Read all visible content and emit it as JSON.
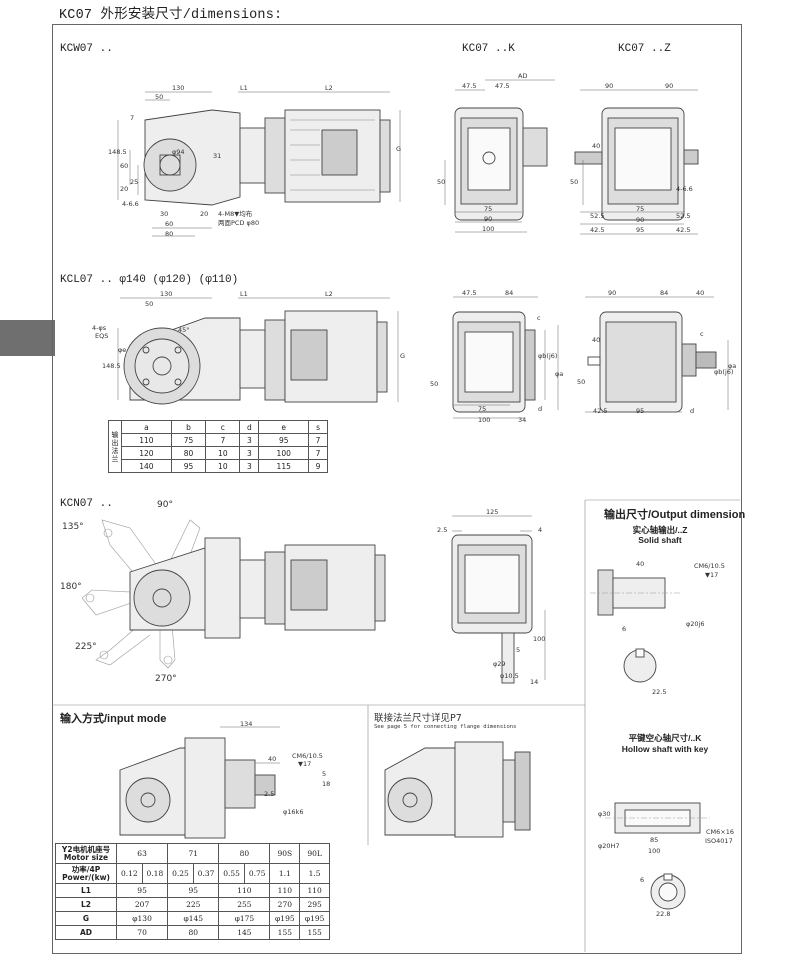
{
  "title": "KC07 外形安装尺寸/dimensions:",
  "views": {
    "kcw": "KCW07 ..",
    "kck": "KC07 ..K",
    "kcz": "KC07 ..Z",
    "kcl": "KCL07 .. φ140 (φ120) (φ110)",
    "kcn": "KCN07 .."
  },
  "kcw_dims": {
    "d130": "130",
    "d50": "50",
    "L1": "L1",
    "L2": "L2",
    "d7": "7",
    "d1485": "148.5",
    "phi94": "φ94",
    "d60": "60",
    "d20": "20",
    "d25": "25",
    "d31": "31",
    "G": "G",
    "d466": "4-6.6",
    "d30": "30",
    "d20b": "20",
    "d60b": "60",
    "d80": "80",
    "note1": "4-M8▼均布",
    "note2": "两面PCD φ80"
  },
  "kck_dims": {
    "AD": "AD",
    "d475": "47.5",
    "d475b": "47.5",
    "d50": "50",
    "d75": "75",
    "d90": "90",
    "d100": "100"
  },
  "kcz_dims": {
    "d90a": "90",
    "d90b": "90",
    "d40": "40",
    "d50": "50",
    "d466": "4-6.6",
    "d525": "52.5",
    "d75": "75",
    "d525b": "52.5",
    "d90": "90",
    "d425": "42.5",
    "d95": "95",
    "d425b": "42.5"
  },
  "kcl_dims": {
    "d130": "130",
    "d50": "50",
    "L1": "L1",
    "L2": "L2",
    "s": "4-φs",
    "eqs": "EQS",
    "e": "φe",
    "ang": "45°",
    "d1485": "148.5",
    "G": "G"
  },
  "kcl_k_dims": {
    "d475": "47.5",
    "d84": "84",
    "c": "c",
    "a": "φa",
    "b": "φb(j6)",
    "d50": "50",
    "d75": "75",
    "d100": "100",
    "d34": "34",
    "d": "d"
  },
  "kcl_z_dims": {
    "d90": "90",
    "d84": "84",
    "d40": "40",
    "d40b": "40",
    "b": "φb(j6)",
    "a": "φa",
    "d50": "50",
    "c": "c",
    "d425": "42.5",
    "d95": "95",
    "d": "d"
  },
  "flange_table": {
    "row_header": "输出法兰",
    "columns": [
      "a",
      "b",
      "c",
      "d",
      "e",
      "s"
    ],
    "rows": [
      [
        "110",
        "75",
        "7",
        "3",
        "95",
        "7"
      ],
      [
        "120",
        "80",
        "10",
        "3",
        "100",
        "7"
      ],
      [
        "140",
        "95",
        "10",
        "3",
        "115",
        "9"
      ]
    ]
  },
  "kcn_angles": {
    "a90": "90°",
    "a135": "135°",
    "a180": "180°",
    "a225": "225°",
    "a270": "270°"
  },
  "kcn_side": {
    "d125": "125",
    "d25": "2.5",
    "d4": "4",
    "d100": "100",
    "d5": "5",
    "d29": "φ29",
    "d105": "φ10.5",
    "d14": "14"
  },
  "output_dimension": {
    "title": "输出尺寸/Output dimension",
    "solid_cn": "实心轴输出/..Z",
    "solid_en": "Solid shaft",
    "solid_dims": {
      "d40": "40",
      "cm6": "CM6/10.5",
      "v17": "▼17",
      "d6": "6",
      "d206": "φ20j6",
      "d225": "22.5"
    },
    "hollow_cn": "平键空心轴尺寸/..K",
    "hollow_en": "Hollow shaft with key",
    "hollow_dims": {
      "d30": "φ30",
      "d85": "85",
      "d100": "100",
      "cm6": "CM6×16",
      "iso": "ISO4017",
      "d20h7": "φ20H7",
      "d6": "6",
      "d228": "22.8"
    }
  },
  "input_mode": {
    "title": "输入方式/input mode",
    "dims": {
      "d134": "134",
      "d40": "40",
      "cm6": "CM6/10.5",
      "v17": "▼17",
      "d25": "2.5",
      "d5": "5",
      "d18": "18",
      "d16": "φ16k6"
    }
  },
  "flange_ref": {
    "cn": "联接法兰尺寸详见P7",
    "en": "See page 5 for connecting flange dimensions"
  },
  "motor_table": {
    "rows_head": [
      "Y2电机机座号 Motor size",
      "功率/4P Power/(kw)",
      "L1",
      "L2",
      "G",
      "AD"
    ],
    "sizes": [
      "63",
      "71",
      "80",
      "90S",
      "90L"
    ],
    "powers": [
      "0.12",
      "0.18",
      "0.25",
      "0.37",
      "0.55",
      "0.75",
      "1.1",
      "1.5"
    ],
    "L1": [
      "95",
      "95",
      "110",
      "110",
      "110"
    ],
    "L2": [
      "207",
      "225",
      "255",
      "270",
      "295"
    ],
    "G": [
      "φ130",
      "φ145",
      "φ175",
      "φ195",
      "φ195"
    ],
    "AD": [
      "70",
      "80",
      "145",
      "155",
      "155"
    ]
  }
}
